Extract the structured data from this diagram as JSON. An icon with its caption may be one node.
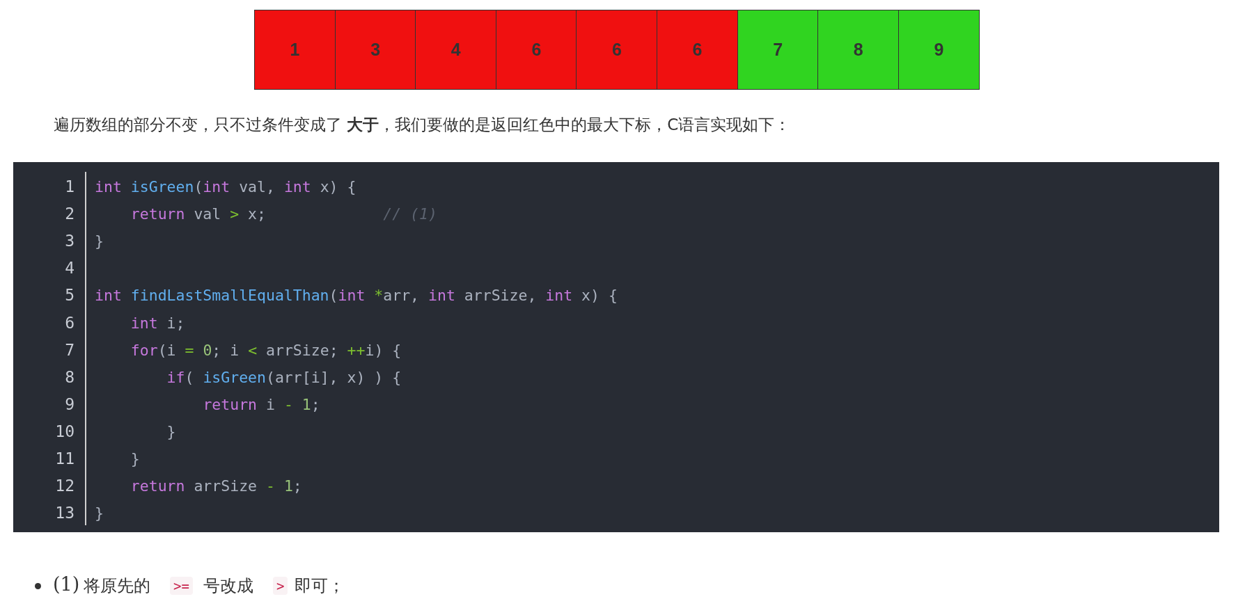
{
  "diagram": {
    "nodes": [
      {
        "text": [
          "1"
        ]
      },
      {
        "text": [
          "3"
        ]
      },
      {
        "text": [
          "4"
        ]
      },
      {
        "text": [
          "6"
        ]
      },
      {
        "text": [
          "6"
        ]
      },
      {
        "text": [
          "6"
        ]
      },
      {
        "text": [
          "7"
        ]
      },
      {
        "text": [
          "8"
        ]
      },
      {
        "text": [
          "9"
        ]
      }
    ],
    "labels": [
      "遍历数组的部分不变，只不过条件变成了 **大于**，我们要做的是返回红色中的最大下标，C语言实现如下：",
      "1",
      "int isGreen(int val, int x) {",
      "2",
      "return val > x;             // (1)",
      "3",
      "}",
      "4",
      "5",
      "int findLastSmallEqualThan(int *arr, int arrSize, int x) {",
      "6",
      "int i;",
      "7",
      "for(i = 0; i < arrSize; ++i) {",
      "8",
      "if( isGreen(arr[i], x) ) {",
      "9",
      "return i - 1;",
      "10",
      "}",
      "11",
      "}",
      "12",
      "return arrSize - 1;",
      "13",
      "}",
      "(1)",
      "将原先的",
      ">=",
      "号改成",
      ">",
      "即可；"
    ]
  }
}
